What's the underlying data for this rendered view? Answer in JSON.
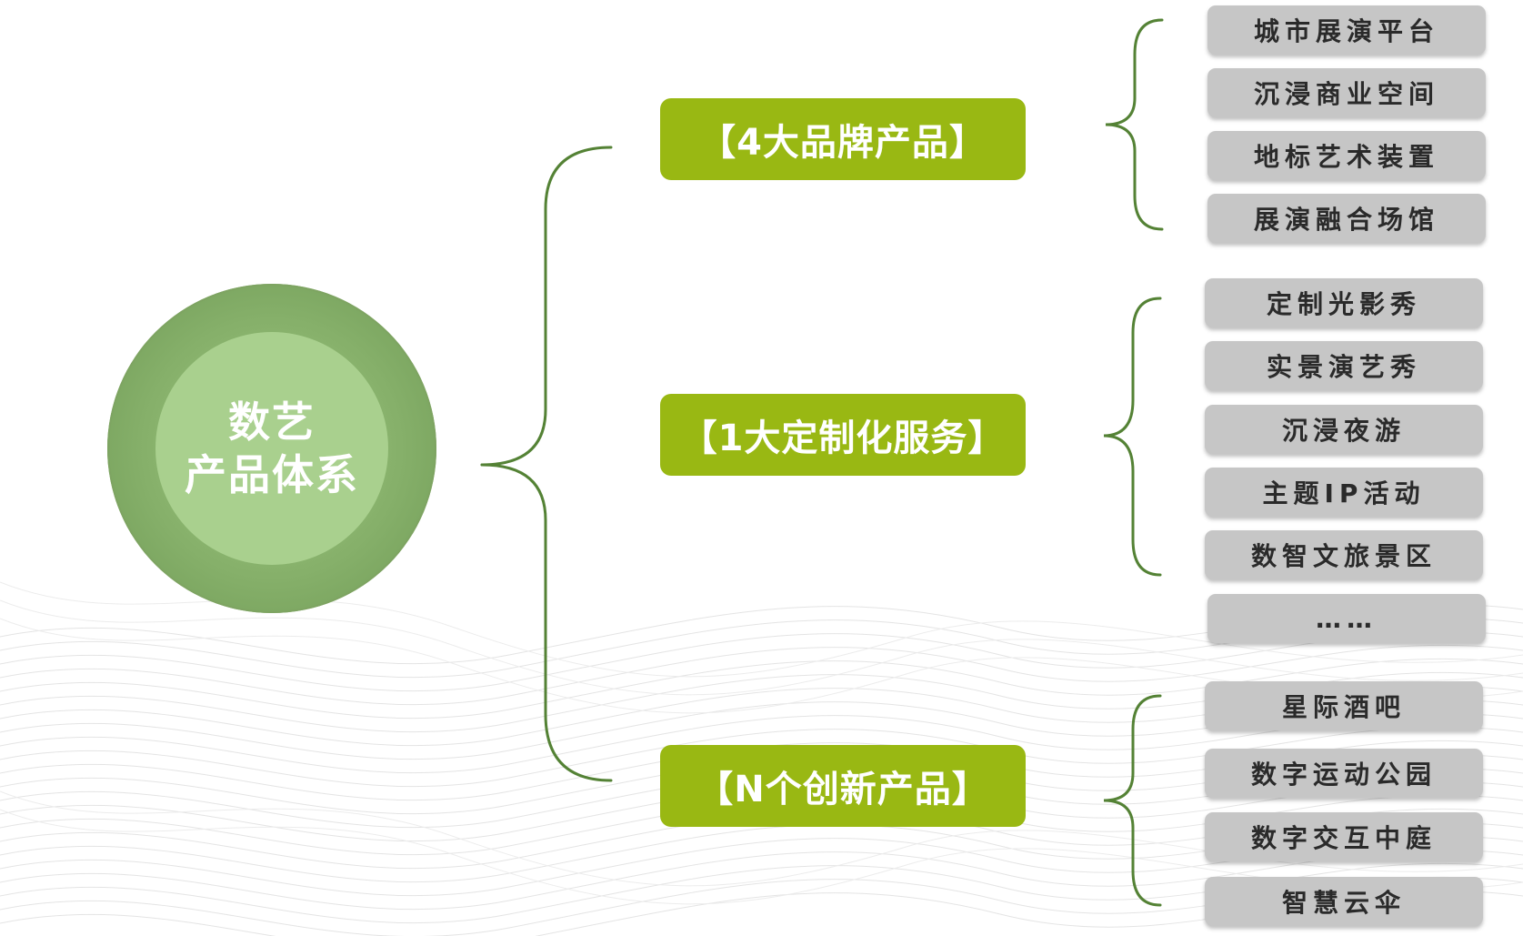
{
  "hub": {
    "line1": "数艺",
    "line2": "产品体系"
  },
  "categories": [
    {
      "label": "【4大品牌产品】"
    },
    {
      "label": "【1大定制化服务】"
    },
    {
      "label": "【N个创新产品】"
    }
  ],
  "groups": [
    {
      "items": [
        "城市展演平台",
        "沉浸商业空间",
        "地标艺术装置",
        "展演融合场馆"
      ]
    },
    {
      "items": [
        "定制光影秀",
        "实景演艺秀",
        "沉浸夜游",
        "主题IP活动",
        "数智文旅景区",
        "……"
      ]
    },
    {
      "items": [
        "星际酒吧",
        "数字运动公园",
        "数字交互中庭",
        "智慧云伞"
      ]
    }
  ],
  "colors": {
    "category_green": "#99b813",
    "connector_green": "#548235",
    "hub_outer": "#86b06a",
    "hub_inner": "#a9d08e",
    "item_gray": "#c6c6c6"
  }
}
